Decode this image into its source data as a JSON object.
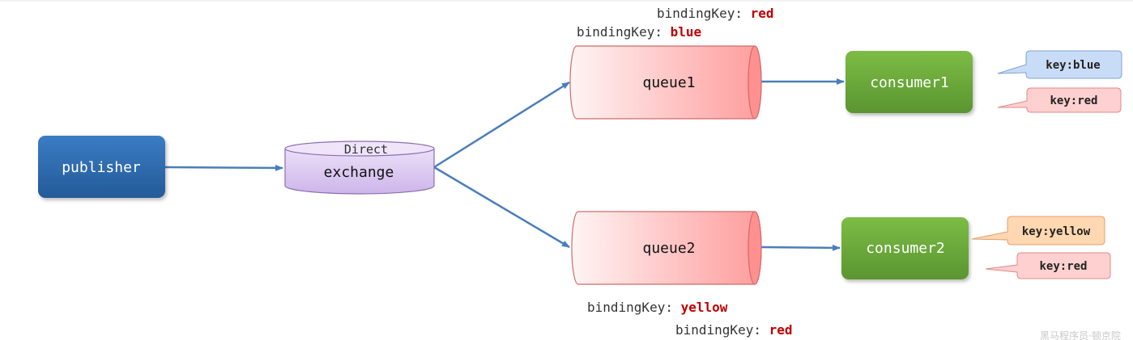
{
  "publisher": {
    "label": "publisher"
  },
  "exchange": {
    "type": "Direct",
    "label": "exchange"
  },
  "queues": [
    {
      "label": "queue1",
      "bindings": [
        {
          "prefix": "bindingKey:",
          "key": "blue"
        },
        {
          "prefix": "bindingKey:",
          "key": "red"
        }
      ]
    },
    {
      "label": "queue2",
      "bindings": [
        {
          "prefix": "bindingKey:",
          "key": "yellow"
        },
        {
          "prefix": "bindingKey:",
          "key": "red"
        }
      ]
    }
  ],
  "consumers": [
    {
      "label": "consumer1",
      "keys": [
        "key:blue",
        "key:red"
      ]
    },
    {
      "label": "consumer2",
      "keys": [
        "key:yellow",
        "key:red"
      ]
    }
  ],
  "watermark": "黑马程序员·顿京院",
  "colors": {
    "publisher": "#2e6db4",
    "exchange": "#d9c6ef",
    "queue": "#ffb3b3",
    "consumer": "#6aa838",
    "arrow": "#4a7ebb",
    "binding_key": "#c00000",
    "callout_blue": "#c9dcf7",
    "callout_red": "#ffd0d0",
    "callout_yellow": "#ffd7b0"
  }
}
